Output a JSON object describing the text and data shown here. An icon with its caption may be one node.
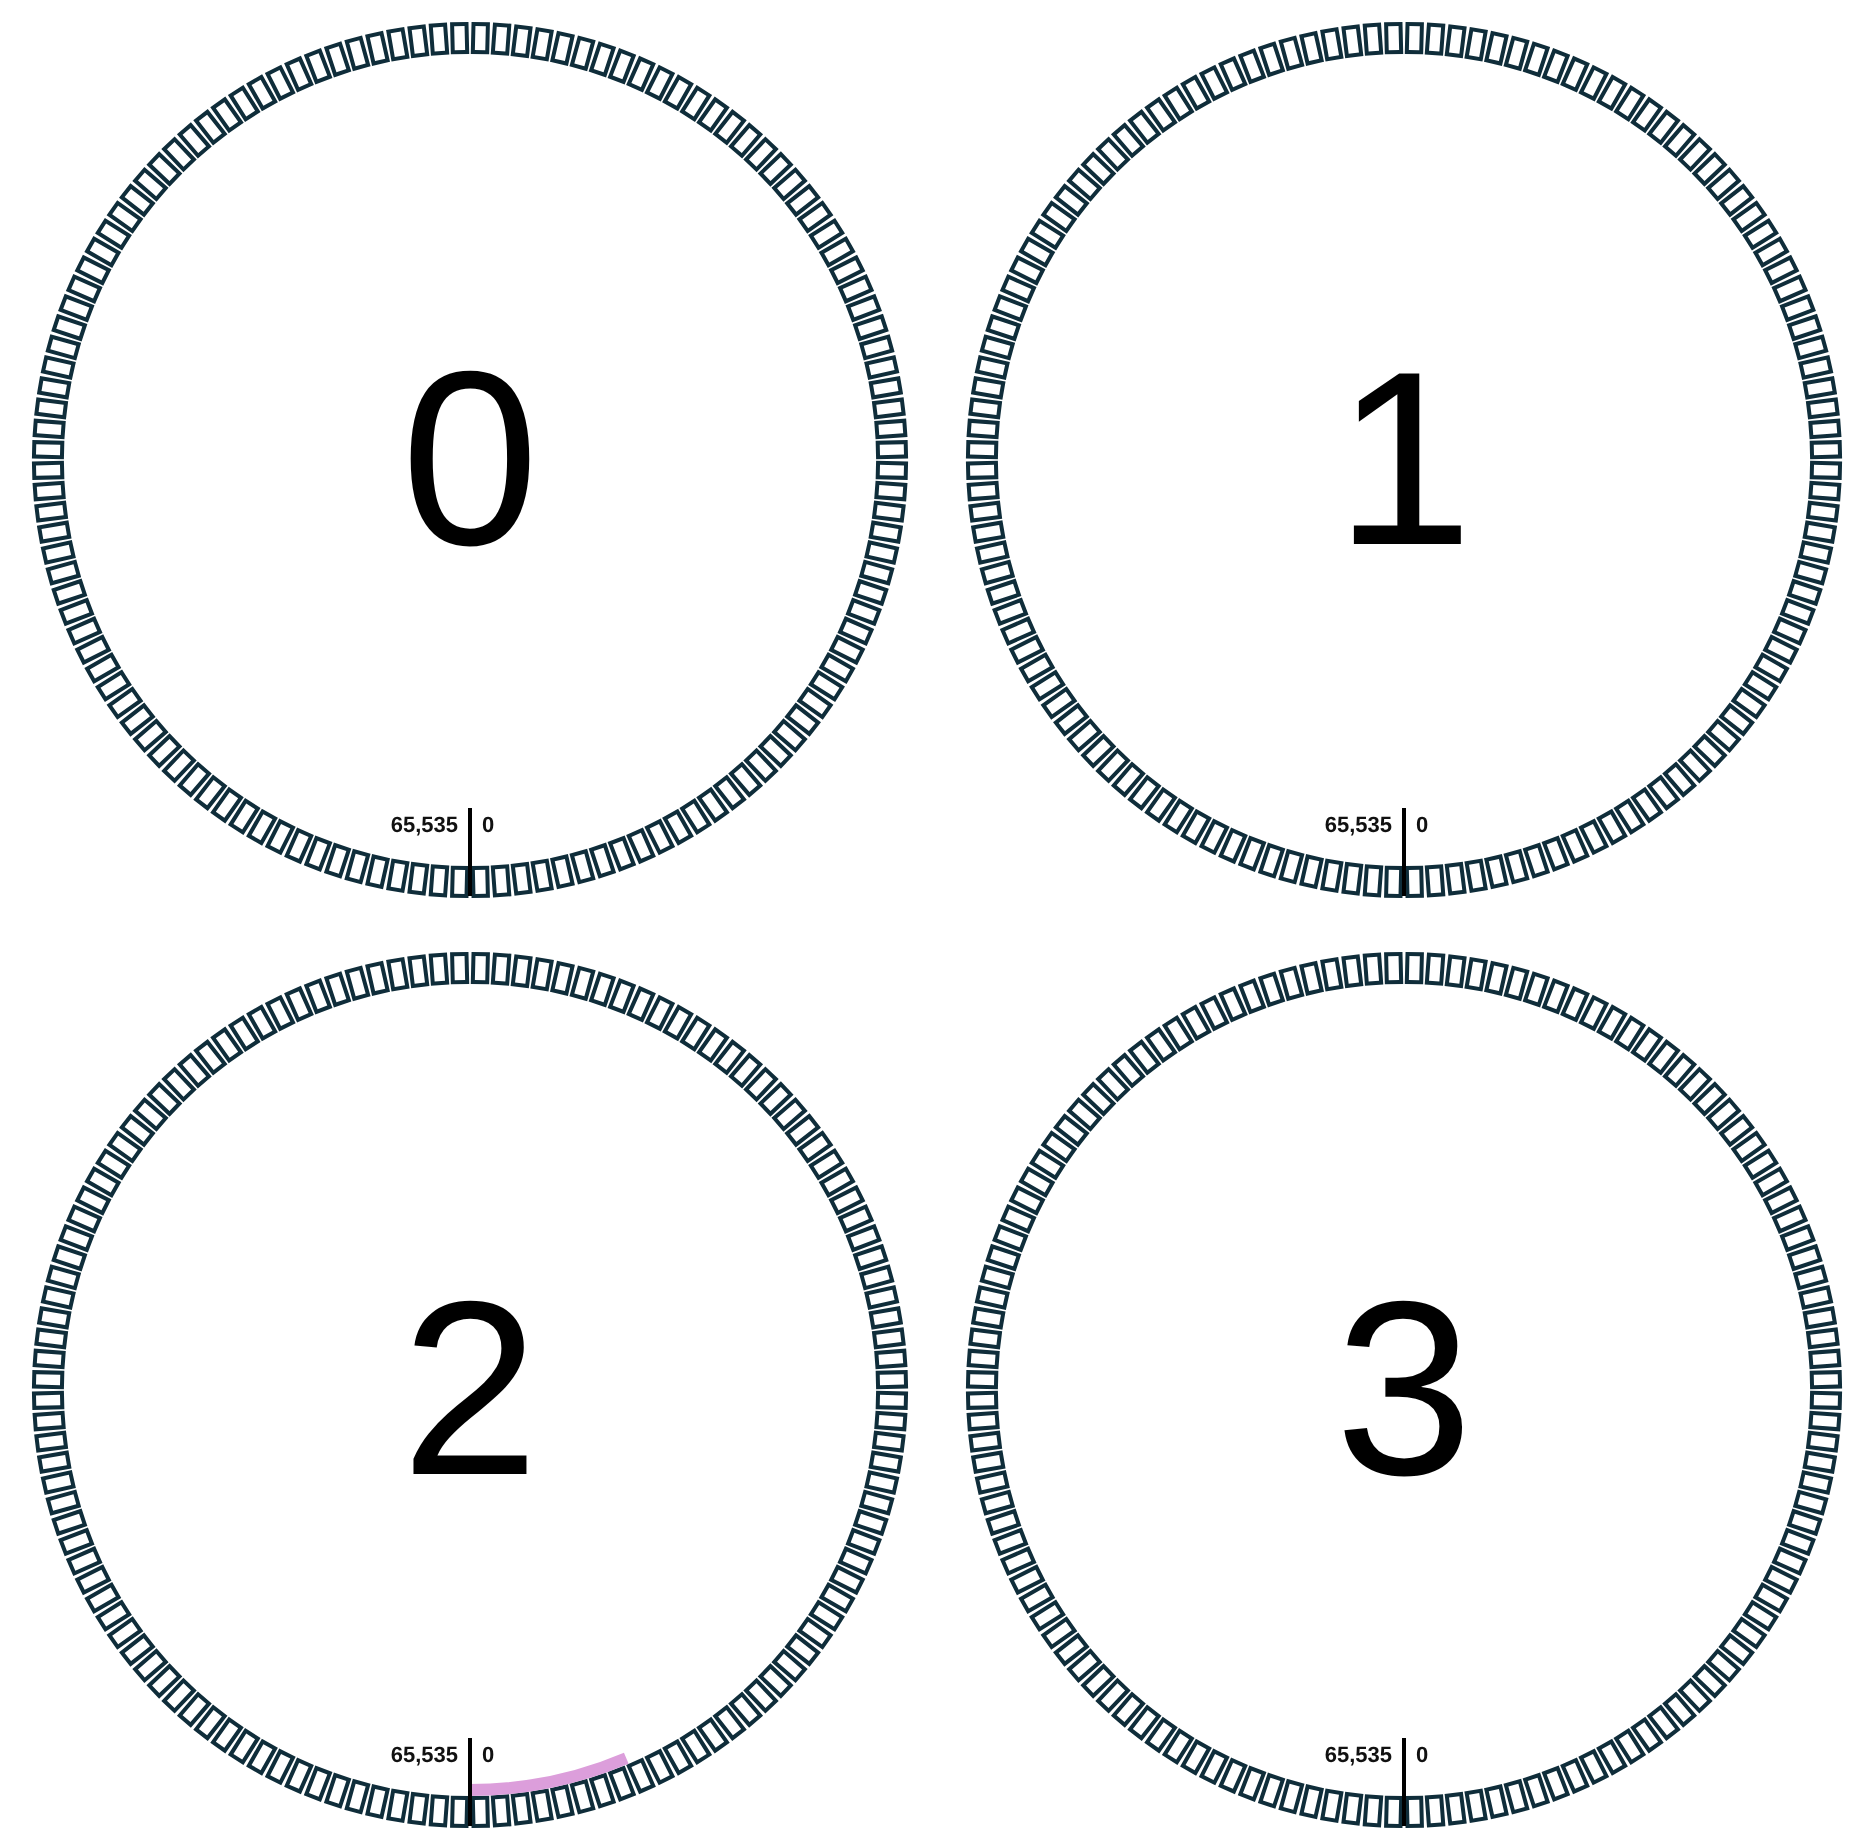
{
  "diagram": {
    "nodes": [
      {
        "text": [
          "0"
        ]
      },
      {
        "text": [
          "1"
        ]
      },
      {
        "text": [
          "2"
        ]
      },
      {
        "text": [
          "3"
        ]
      }
    ],
    "labels": [
      "65,535",
      "0",
      "65,535",
      "0",
      "65,535",
      "0",
      "65,535",
      "0"
    ]
  }
}
